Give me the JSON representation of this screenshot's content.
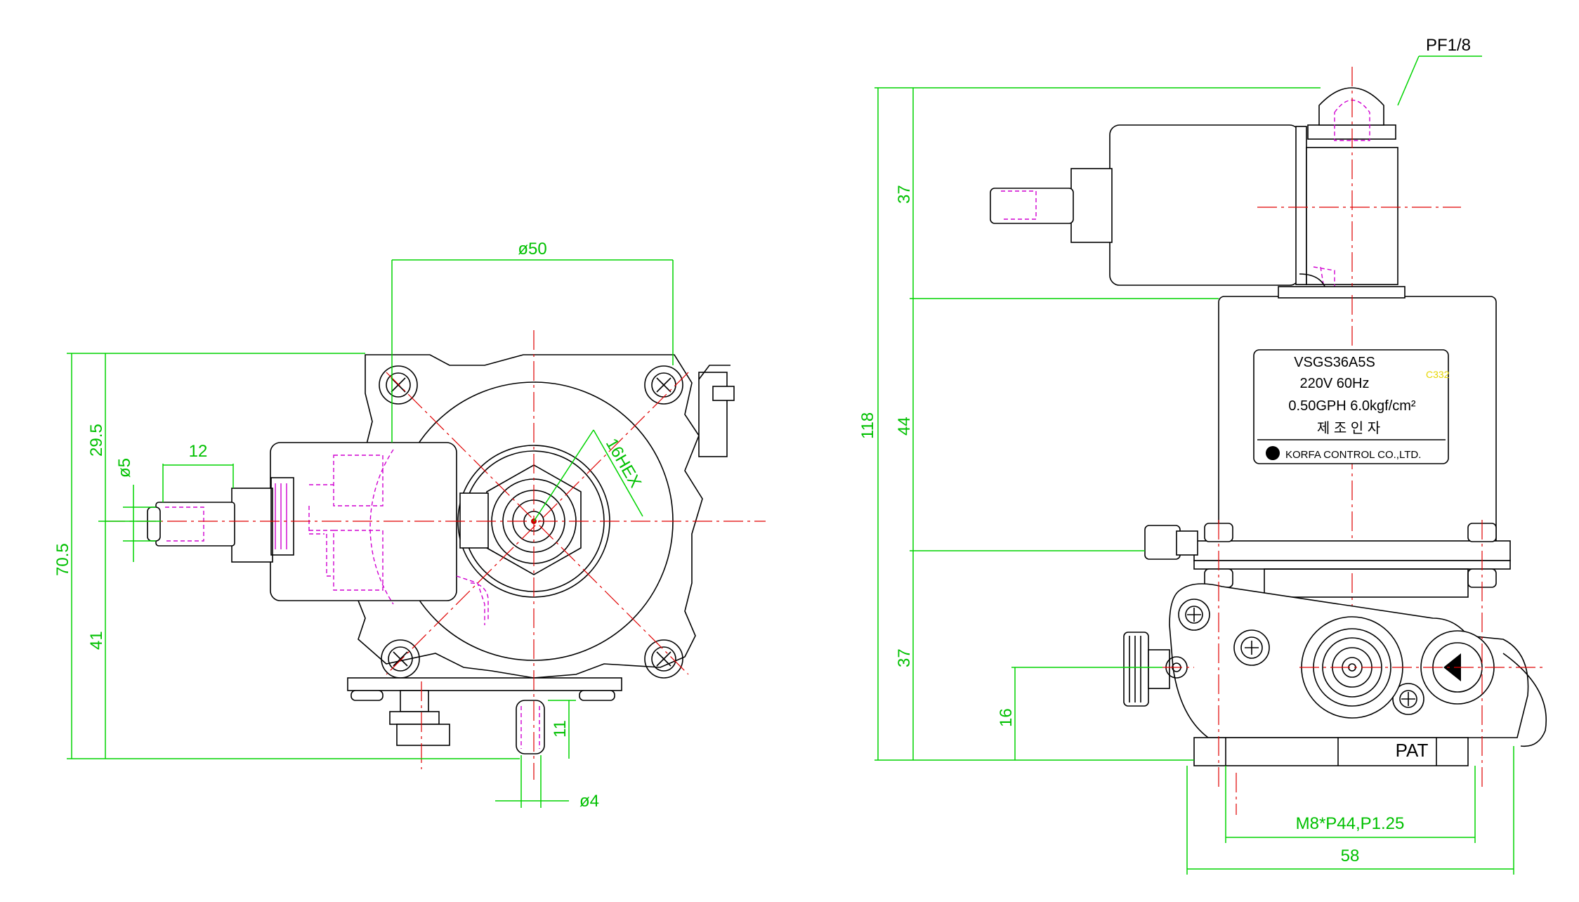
{
  "left_view": {
    "dims": {
      "dia50": "ø50",
      "hex": "16HEX",
      "twelve": "12",
      "dia5": "ø5",
      "d295": "29.5",
      "d705": "70.5",
      "d41": "41",
      "d11": "11",
      "dia4": "ø4"
    }
  },
  "right_view": {
    "dims": {
      "pf": "PF1/8",
      "d37a": "37",
      "d118": "118",
      "d44": "44",
      "d37b": "37",
      "d16": "16",
      "thread": "M8*P44,P1.25",
      "d58": "58"
    },
    "label": {
      "model": "VSGS36A5S",
      "voltage": "220V 60Hz",
      "spec": "0.50GPH  6.0kgf/cm²",
      "korean": "제 조 인 자",
      "maker": "KORFA CONTROL CO.,LTD.",
      "code": "C332"
    },
    "base_mark": "PAT"
  },
  "colors": {
    "dimension": "#00d400",
    "centerline": "#e00000",
    "hidden": "#d000d0",
    "outline": "#000000",
    "label_code": "#e6d600"
  }
}
